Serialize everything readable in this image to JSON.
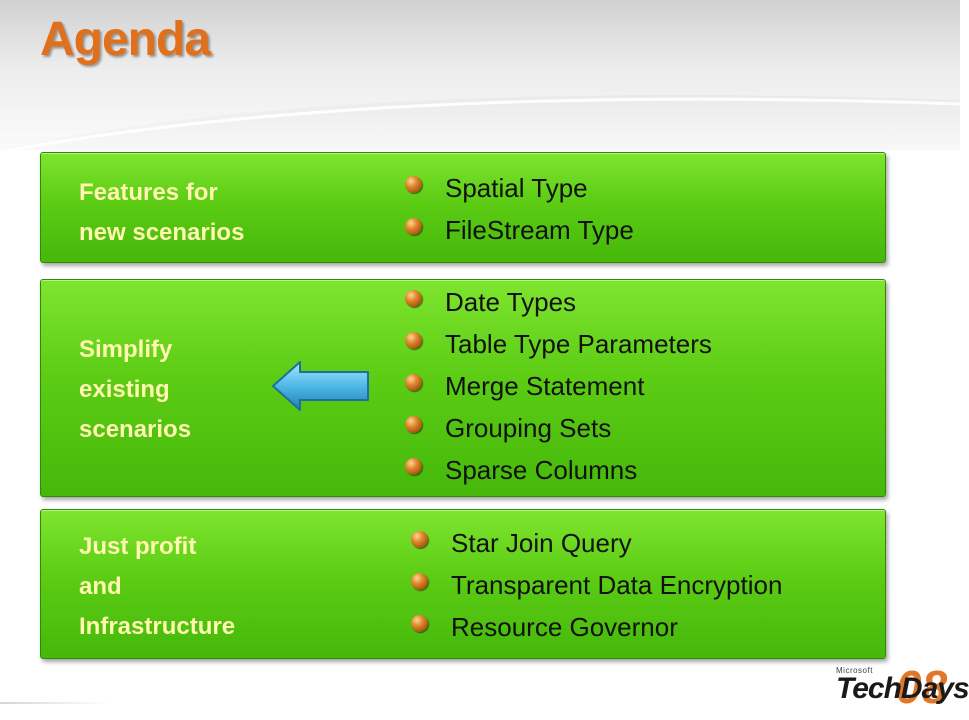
{
  "slide": {
    "title": "Agenda",
    "sections": [
      {
        "label": "Features for\nnew scenarios",
        "items": [
          "Spatial Type",
          "FileStream Type"
        ]
      },
      {
        "label": "Simplify\nexisting\nscenarios",
        "items": [
          "Date Types",
          "Table Type Parameters",
          "Merge Statement",
          "Grouping Sets",
          "Sparse Columns"
        ]
      },
      {
        "label": "Just profit\nand\nInfrastructure",
        "items": [
          "Star Join Query",
          "Transparent Data Encryption",
          "Resource Governor"
        ]
      }
    ],
    "arrow_icon": "left-arrow-icon",
    "logo": {
      "small_text": "Microsoft",
      "main_text": "TechDays",
      "number": "08"
    }
  },
  "colors": {
    "title": "#e0701c",
    "panel_green": "#5ccc14",
    "label_text": "#fff7b0",
    "item_text": "#111111",
    "arrow_fill": "#4fb8e6"
  }
}
